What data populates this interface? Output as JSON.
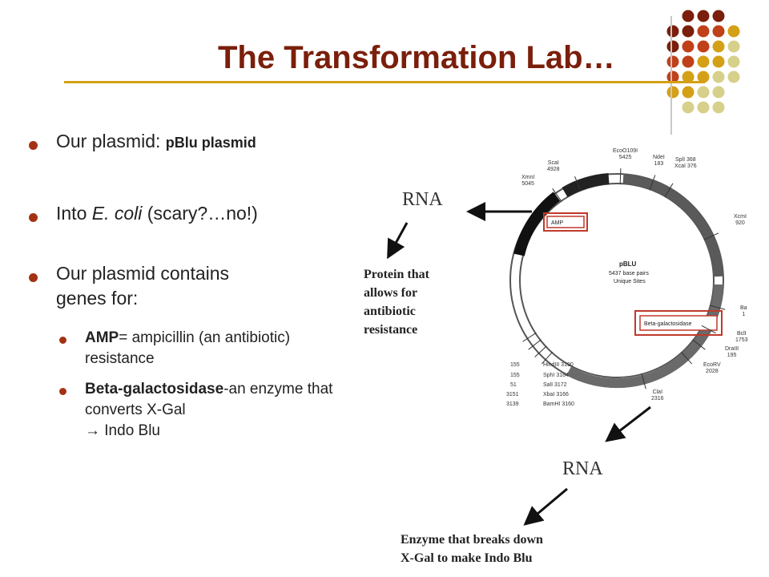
{
  "slide": {
    "title": "The Transformation Lab…",
    "colors": {
      "title": "#7a1f0b",
      "bullet": "#a33214",
      "rule": "#d4a017",
      "dots": [
        "#7a1f0b",
        "#c0401a",
        "#d4a017",
        "#d6d08a"
      ]
    }
  },
  "bullets": [
    {
      "text": "Our plasmid: ",
      "bold": "pBlu plasmid"
    },
    {
      "pre": "Into ",
      "italic": "E. coli",
      "post": " (scary?…no!)"
    },
    {
      "line1": "Our plasmid contains",
      "line2": "genes for:"
    }
  ],
  "sub_bullets": [
    {
      "bold": "AMP",
      "rest": "= ampicillin (an antibiotic) resistance"
    },
    {
      "bold": "Beta-galactosidase",
      "rest": "-an enzyme that converts X-Gal",
      "arrow": "→",
      "line3": " Indo Blu"
    }
  ],
  "annotations": {
    "rna_top": "RNA",
    "rna_bottom": "RNA",
    "protein_lines": [
      "Protein that",
      "allows for",
      "antibiotic",
      "resistance"
    ],
    "enzyme_lines": [
      "Enzyme that breaks down",
      "X-Gal to make Indo Blu"
    ]
  },
  "plasmid": {
    "name": "pBLU",
    "size": "5437 base pairs",
    "sites_label": "Unique Sites",
    "amp_label": "AMP",
    "beta_label": "Beta-galactosidase",
    "sites": [
      {
        "name": "EcoO109I",
        "pos": "5425"
      },
      {
        "name": "ScaI",
        "pos": "4928"
      },
      {
        "name": "XmnI",
        "pos": "5045"
      },
      {
        "name": "NdeI",
        "pos": "183"
      },
      {
        "name": "SplI 368",
        "pos": "XcaI 376"
      },
      {
        "name": "XcmI",
        "pos": "920"
      },
      {
        "name": "Ba",
        "pos": "1"
      },
      {
        "name": "BclI",
        "pos": "1753"
      },
      {
        "name": "DraIII",
        "pos": "195"
      },
      {
        "name": "EcoRV",
        "pos": "2028"
      },
      {
        "name": "ClaI",
        "pos": "2316"
      },
      {
        "name": "HindIII 3190",
        "pos": "155"
      },
      {
        "name": "SphI 3184",
        "pos": "155"
      },
      {
        "name": "SalI 3172",
        "pos": "51"
      },
      {
        "name": "XbaI 3166",
        "pos": "3151"
      },
      {
        "name": "BamHI 3160",
        "pos": "3139"
      }
    ]
  }
}
